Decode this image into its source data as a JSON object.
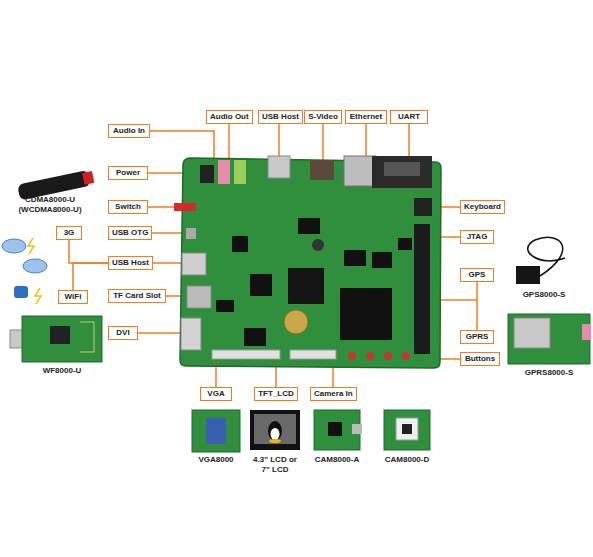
{
  "diagram": {
    "nodes": [
      {
        "text": [
          "Audio In"
        ]
      },
      {
        "text": [
          "Audio Out"
        ]
      },
      {
        "text": [
          "USB Host"
        ]
      },
      {
        "text": [
          "S-Video"
        ]
      },
      {
        "text": [
          "Ethernet"
        ]
      },
      {
        "text": [
          "UART"
        ]
      },
      {
        "text": [
          "Power"
        ]
      },
      {
        "text": [
          "Switch"
        ]
      },
      {
        "text": [
          "USB OTG"
        ]
      },
      {
        "text": [
          "3G"
        ]
      },
      {
        "text": [
          "USB Host"
        ]
      },
      {
        "text": [
          "WiFi"
        ]
      },
      {
        "text": [
          "TF Card Slot"
        ]
      },
      {
        "text": [
          "DVI"
        ]
      },
      {
        "text": [
          "Keyboard"
        ]
      },
      {
        "text": [
          "JTAG"
        ]
      },
      {
        "text": [
          "GPS"
        ]
      },
      {
        "text": [
          "GPRS"
        ]
      },
      {
        "text": [
          "Buttons"
        ]
      },
      {
        "text": [
          "VGA"
        ]
      },
      {
        "text": [
          "TFT_LCD"
        ]
      },
      {
        "text": [
          "Camera In"
        ]
      }
    ],
    "edges": [
      {
        "from": 9,
        "to": 10,
        "arrow": "none"
      },
      {
        "from": 11,
        "to": 10,
        "arrow": "none"
      },
      {
        "from": 16,
        "to": 17,
        "arrow": "none"
      }
    ],
    "labels": [
      "CDMA8000-U (WCDMA8000-U)",
      "WF8000-U",
      "GPS8000-S",
      "GPRS8000-S",
      "VGA8000",
      "4.3\" LCD or 7\" LCD",
      "CAM8000-A",
      "CAM8000-D"
    ]
  }
}
